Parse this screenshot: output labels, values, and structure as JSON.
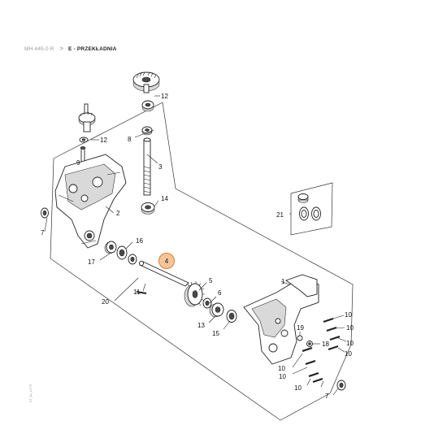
{
  "breadcrumb": {
    "model": "MH 445.0 R",
    "separator": ">",
    "section": "E - PRZEKŁADNIA"
  },
  "diagram": {
    "highlight_color": "#f5c59a",
    "highlight_stroke": "#e07a2a",
    "highlighted_part": "4",
    "vertical_code": "ST_AL_10776",
    "labels": {
      "p1": "1",
      "p2": "2",
      "p3": "3",
      "p4": "4",
      "p5": "5",
      "p6": "6",
      "p7a": "7",
      "p7b": "7",
      "p8": "8",
      "p9": "9",
      "p10a": "10",
      "p10b": "10",
      "p10c": "10",
      "p10d": "10",
      "p10e": "10",
      "p10f": "10",
      "p10g": "10",
      "p11": "11",
      "p12a": "12",
      "p12b": "12",
      "p13": "13",
      "p14": "14",
      "p15": "15",
      "p16": "16",
      "p17": "17",
      "p18": "18",
      "p19": "19",
      "p20": "20",
      "p21": "21"
    }
  }
}
